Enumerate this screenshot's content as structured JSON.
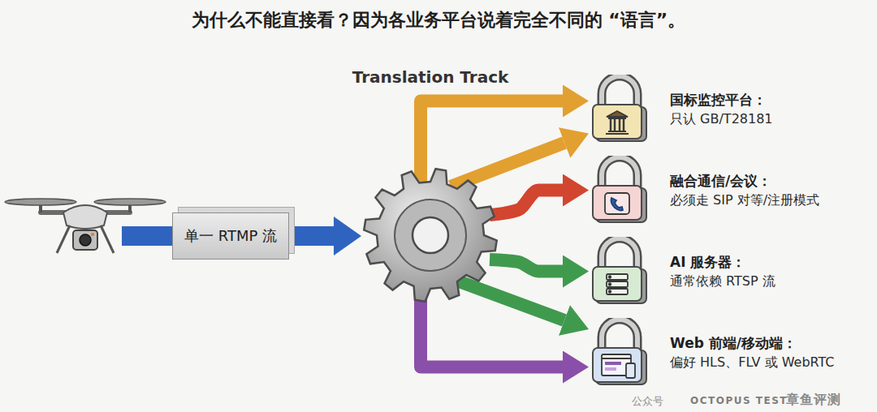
{
  "diagram": {
    "title": "为什么不能直接看？因为各业务平台说着完全不同的 “语言”。",
    "nodes": [
      {
        "text": [
          "单一 RTMP 流"
        ]
      },
      {
        "text": [
          "Translation Track"
        ]
      },
      {
        "text": [
          "国标监控平台：",
          "只认 GB/T28181"
        ]
      },
      {
        "text": [
          "融合通信/会议：",
          "必须走 SIP 对等/注册模式"
        ]
      },
      {
        "text": [
          "AI 服务器：",
          "通常依赖 RTSP 流"
        ]
      },
      {
        "text": [
          "Web 前端/移动端：",
          "偏好 HLS、FLV 或 WebRTC"
        ]
      }
    ],
    "edges": [
      {
        "from": 0,
        "to": 1,
        "arrow": "to"
      },
      {
        "from": 1,
        "to": 2,
        "arrow": "to"
      },
      {
        "from": 1,
        "to": 2,
        "arrow": "to"
      },
      {
        "from": 1,
        "to": 3,
        "arrow": "to"
      },
      {
        "from": 1,
        "to": 4,
        "arrow": "to"
      },
      {
        "from": 1,
        "to": 5,
        "arrow": "to"
      },
      {
        "from": 1,
        "to": 5,
        "arrow": "to"
      }
    ],
    "labels": [
      "公众号",
      "OCTOPUS TEST",
      "章鱼评测"
    ]
  }
}
